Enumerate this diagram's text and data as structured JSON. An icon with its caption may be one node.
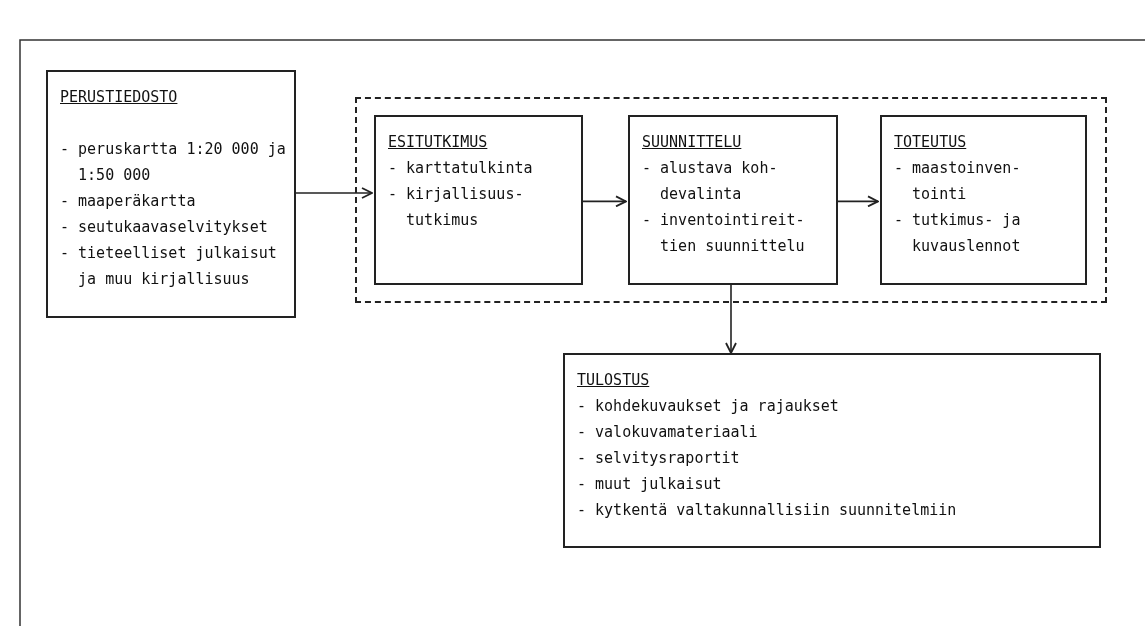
{
  "diagram": {
    "nodes": [
      {
        "text": [
          "PERUSTIEDOSTO",
          "- peruskartta 1:20 000 ja 1:50 000",
          "- maaperäkartta",
          "- seutukaavaselvitykset",
          "- tieteelliset julkaisut ja muu kirjallisuus"
        ]
      },
      {
        "text": [],
        "shape": "box"
      },
      {
        "text": [
          "ESITUTKIMUS",
          "- karttatulkinta",
          "- kirjallisuus- tutkimus"
        ],
        "in": 1
      },
      {
        "text": [
          "SUUNNITTELU",
          "- alustava koh- devalinta",
          "- inventointireit- tien suunnittelu"
        ],
        "in": 1
      },
      {
        "text": [
          "TOTEUTUS",
          "- maastoinven- tointi",
          "- tutkimus- ja kuvauslennot"
        ],
        "in": 1
      },
      {
        "text": [
          "TULOSTUS",
          "- kohdekuvaukset ja rajaukset",
          "- valokuvamateriaali",
          "- selvitysraportit",
          "- muut julkaisut",
          "- kytkentä valtakunnallisiin suunnitelmiin"
        ]
      }
    ],
    "edges": [
      {
        "from": 0,
        "to": 2,
        "arrow": "to"
      },
      {
        "from": 2,
        "to": 3,
        "arrow": "to"
      },
      {
        "from": 3,
        "to": 4,
        "arrow": "to"
      },
      {
        "from": 3,
        "to": 5,
        "arrow": "to"
      }
    ]
  }
}
